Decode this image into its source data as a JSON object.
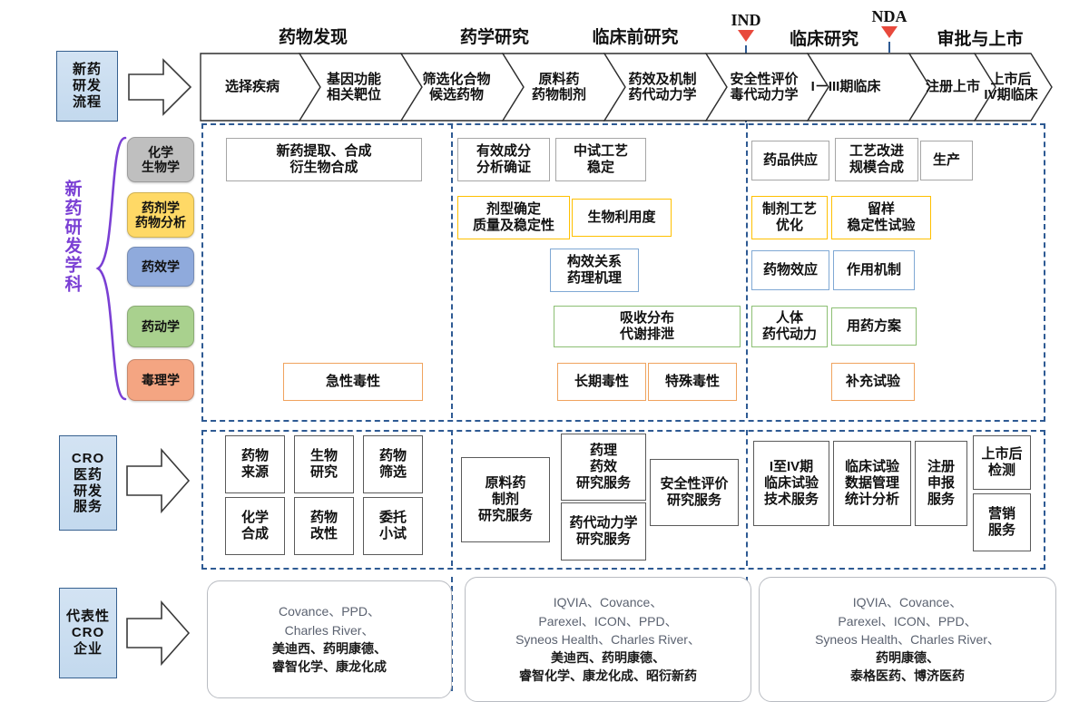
{
  "rows": {
    "process": {
      "label": "新药\n研发\n流程"
    },
    "discipline": {
      "brace_label": "新药研发学科"
    },
    "cro": {
      "label": "CRO\n医药\n研发\n服务"
    },
    "company": {
      "label": "代表性\nCRO\n企业"
    }
  },
  "flow": {
    "phases": [
      {
        "title": "药物发现"
      },
      {
        "title": "药学研究"
      },
      {
        "title": "临床前研究"
      },
      {
        "title": "临床研究"
      },
      {
        "title": "审批与上市"
      }
    ],
    "milestones": [
      {
        "label": "IND"
      },
      {
        "label": "NDA"
      }
    ],
    "steps": [
      {
        "text": "选择疾病"
      },
      {
        "text": "基因功能\n相关靶位"
      },
      {
        "text": "筛选化合物\n候选药物"
      },
      {
        "text": "原料药\n药物制剂"
      },
      {
        "text": "药效及机制\n药代动力学"
      },
      {
        "text": "安全性评价\n毒代动力学"
      },
      {
        "text": "I－III期临床"
      },
      {
        "text": "注册上市"
      },
      {
        "text": "上市后\nIV期临床"
      }
    ]
  },
  "disciplines": [
    {
      "name": "化学\n生物学",
      "color": "#bfbfbf"
    },
    {
      "name": "药剂学\n药物分析",
      "color": "#ffd966"
    },
    {
      "name": "药效学",
      "color": "#8faadc"
    },
    {
      "name": "药动学",
      "color": "#a9d18e"
    },
    {
      "name": "毒理学",
      "color": "#f4a582"
    }
  ],
  "discipline_items": {
    "chem_bio": [
      {
        "text": "新药提取、合成\n衍生物合成"
      },
      {
        "text": "有效成分\n分析确证"
      },
      {
        "text": "中试工艺\n稳定"
      },
      {
        "text": "药品供应"
      },
      {
        "text": "工艺改进\n规模合成"
      },
      {
        "text": "生产"
      }
    ],
    "pharmaceutics": [
      {
        "text": "剂型确定\n质量及稳定性"
      },
      {
        "text": "生物利用度"
      },
      {
        "text": "制剂工艺\n优化"
      },
      {
        "text": "留样\n稳定性试验"
      }
    ],
    "pharmacodynamics": [
      {
        "text": "构效关系\n药理机理"
      },
      {
        "text": "药物效应"
      },
      {
        "text": "作用机制"
      }
    ],
    "pharmacokinetics": [
      {
        "text": "吸收分布\n代谢排泄"
      },
      {
        "text": "人体\n药代动力"
      },
      {
        "text": "用药方案"
      }
    ],
    "toxicology": [
      {
        "text": "急性毒性"
      },
      {
        "text": "长期毒性"
      },
      {
        "text": "特殊毒性"
      },
      {
        "text": "补充试验"
      }
    ]
  },
  "cro_services": {
    "discovery": [
      {
        "text": "药物\n来源"
      },
      {
        "text": "生物\n研究"
      },
      {
        "text": "药物\n筛选"
      },
      {
        "text": "化学\n合成"
      },
      {
        "text": "药物\n改性"
      },
      {
        "text": "委托\n小试"
      }
    ],
    "preclinical": [
      {
        "text": "原料药\n制剂\n研究服务"
      },
      {
        "text": "药理\n药效\n研究服务"
      },
      {
        "text": "药代动力学\n研究服务"
      },
      {
        "text": "安全性评价\n研究服务"
      }
    ],
    "clinical": [
      {
        "text": "I至IV期\n临床试验\n技术服务"
      },
      {
        "text": "临床试验\n数据管理\n统计分析"
      },
      {
        "text": "注册\n申报\n服务"
      },
      {
        "text": "上市后\n检测"
      },
      {
        "text": "营销\n服务"
      }
    ]
  },
  "companies": [
    {
      "lines": [
        {
          "text": "Covance、PPD、",
          "bold": false
        },
        {
          "text": "Charles River、",
          "bold": false
        },
        {
          "text": "美迪西、药明康德、",
          "bold": true
        },
        {
          "text": "睿智化学、康龙化成",
          "bold": true
        }
      ]
    },
    {
      "lines": [
        {
          "text": "IQVIA、Covance、",
          "bold": false
        },
        {
          "text": "Parexel、ICON、PPD、",
          "bold": false
        },
        {
          "text": "Syneos Health、Charles River、",
          "bold": false
        },
        {
          "text": "美迪西、药明康德、",
          "bold": true
        },
        {
          "text": "睿智化学、康龙化成、昭衍新药",
          "bold": true
        }
      ]
    },
    {
      "lines": [
        {
          "text": "IQVIA、Covance、",
          "bold": false
        },
        {
          "text": "Parexel、ICON、PPD、",
          "bold": false
        },
        {
          "text": "Syneos Health、Charles River、",
          "bold": false
        },
        {
          "text": "药明康德、",
          "bold": true
        },
        {
          "text": "泰格医药、博济医药",
          "bold": true
        }
      ]
    }
  ],
  "colors": {
    "dashed_border": "#2e5a93",
    "row_label_fill": "#c9dcef",
    "row_label_border": "#36608f",
    "milestone_marker": "#e8493c",
    "brace": "#7a3fd4"
  }
}
